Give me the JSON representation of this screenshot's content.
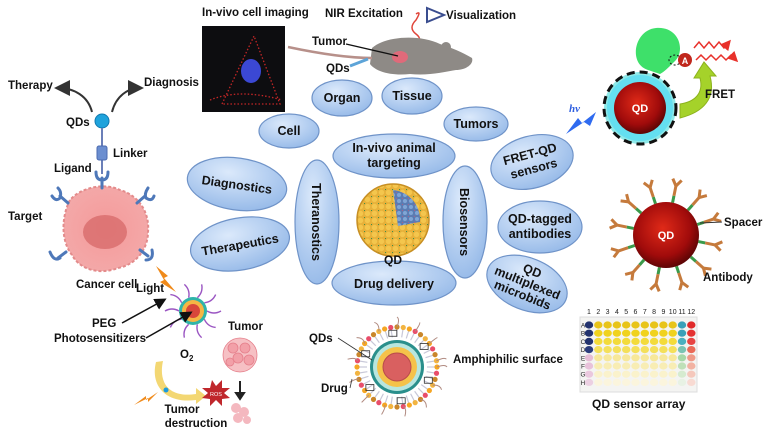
{
  "title": "Applications of quantum dots (QD)",
  "center": {
    "label": "QD"
  },
  "ellipses": {
    "organ": "Organ",
    "tissue": "Tissue",
    "cell": "Cell",
    "tumors": "Tumors",
    "in_vivo_line1": "In-vivo animal",
    "in_vivo_line2": "targeting",
    "diagnostics": "Diagnostics",
    "therapeutics": "Therapeutics",
    "theranostics": "Theranostics",
    "biosensors": "Biosensors",
    "drug_delivery": "Drug delivery",
    "fret_line1": "FRET-QD",
    "fret_line2": "sensors",
    "tagged_line1": "QD-tagged",
    "tagged_line2": "antibodies",
    "microbids_line1": "QD",
    "microbids_line2": "multiplexed",
    "microbids_line3": "microbids"
  },
  "targeting_panel": {
    "therapy": "Therapy",
    "diagnosis": "Diagnosis",
    "qds": "QDs",
    "linker": "Linker",
    "ligand": "Ligand",
    "target": "Target",
    "cancer_cell": "Cancer cell"
  },
  "imaging_panel": {
    "title": "In-vivo cell imaging"
  },
  "animal_panel": {
    "nir": "NIR Excitation",
    "visualization": "Visualization",
    "tumor": "Tumor",
    "qds": "QDs"
  },
  "fret_panel": {
    "hv": "hν",
    "qd": "QD",
    "acceptor": "A",
    "fret": "FRET"
  },
  "antibody_panel": {
    "qd": "QD",
    "spacer": "Spacer",
    "antibody": "Antibody"
  },
  "pdt_panel": {
    "light": "Light",
    "peg": "PEG",
    "photosensitizers": "Photosensitizers",
    "o2": "O",
    "o2_sub": "2",
    "tumor": "Tumor",
    "ros": "ROS",
    "destruction_line1": "Tumor",
    "destruction_line2": "destruction"
  },
  "drug_panel": {
    "qds": "QDs",
    "drug": "Drug",
    "amphiphilic": "Amphiphilic surface"
  },
  "array_panel": {
    "title": "QD sensor array",
    "columns": [
      "1",
      "2",
      "3",
      "4",
      "5",
      "6",
      "7",
      "8",
      "9",
      "10",
      "11",
      "12"
    ],
    "rows": [
      "A",
      "B",
      "C",
      "D",
      "E",
      "F",
      "G",
      "H"
    ]
  },
  "colors": {
    "ellipse_fill": "#a9c8ef",
    "ellipse_stroke": "#6f93c8",
    "qd_red": "#b40f0f",
    "fret_green": "#3ee06a",
    "antibody": "#c57a3c"
  }
}
